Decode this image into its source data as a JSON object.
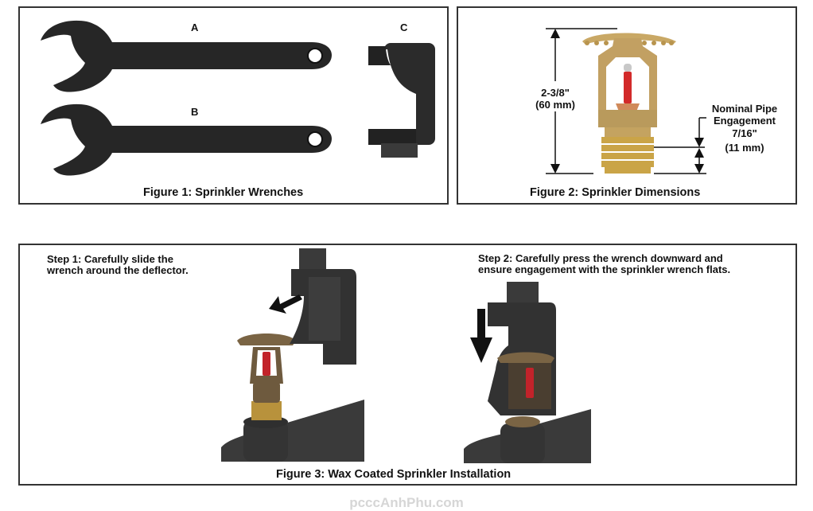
{
  "figure1": {
    "caption": "Figure 1: Sprinkler Wrenches",
    "labels": [
      "A",
      "B",
      "C"
    ]
  },
  "figure2": {
    "caption": "Figure 2: Sprinkler Dimensions",
    "height_dim": [
      "2-3/8\"",
      "(60 mm)"
    ],
    "engagement_dim": [
      "Nominal Pipe",
      "Engagement",
      "7/16\"",
      "(11 mm)"
    ]
  },
  "figure3": {
    "caption": "Figure 3: Wax Coated Sprinkler Installation",
    "step1": [
      "Step 1: Carefully slide the",
      "wrench around the deflector."
    ],
    "step2": [
      "Step 2: Carefully press the wrench downward and",
      "ensure engagement with the sprinkler wrench flats."
    ]
  },
  "colors": {
    "wrench": "#2a2a2a",
    "brass": "#c9a865",
    "bulb": "#d22a2a",
    "pipe": "#3a3a3a"
  },
  "watermark": "pcccAnhPhu.com"
}
